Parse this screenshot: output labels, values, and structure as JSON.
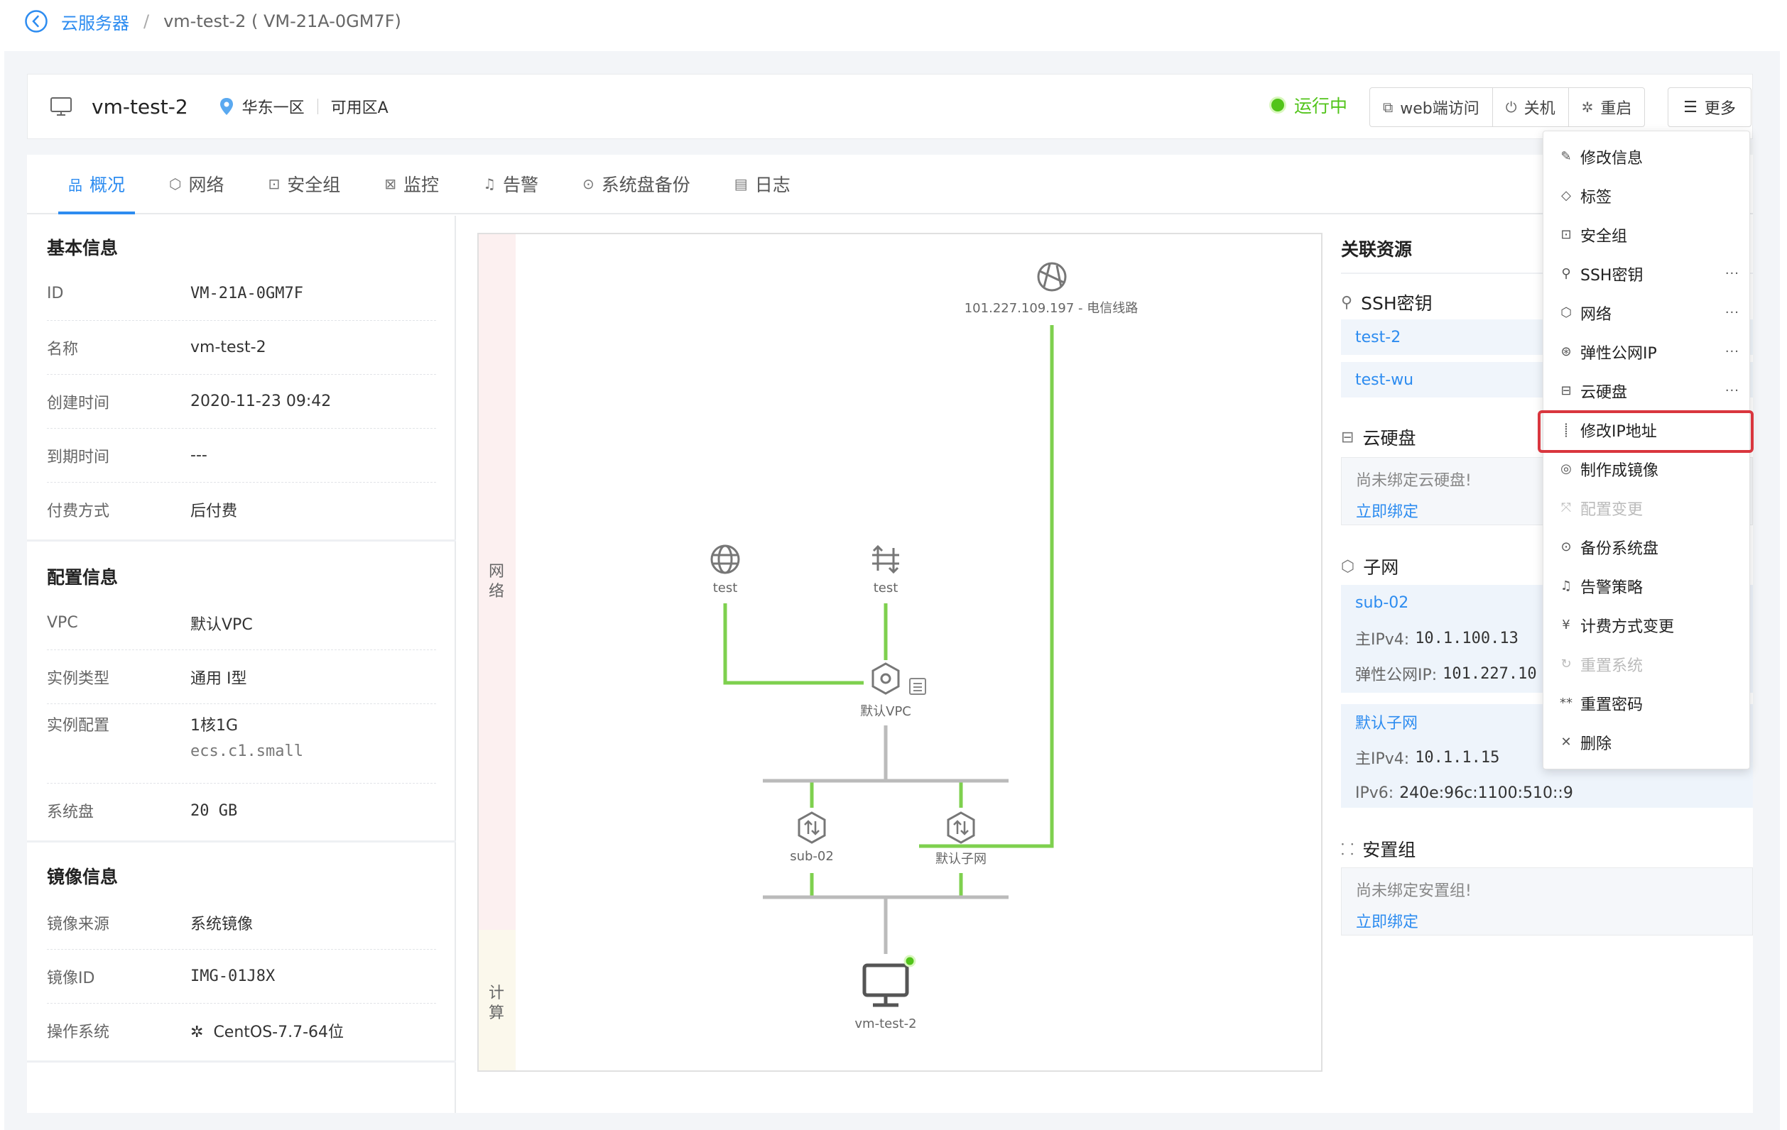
{
  "breadcrumb": {
    "parent": "云服务器",
    "separator": "/",
    "current": "vm-test-2 ( VM-21A-0GM7F)"
  },
  "header": {
    "vm_name": "vm-test-2",
    "region": "华东一区",
    "zone": "可用区A",
    "status": "运行中",
    "status_color": "#52c41a",
    "buttons": {
      "web": "web端访问",
      "shutdown": "关机",
      "restart": "重启",
      "more": "更多"
    }
  },
  "tabs": [
    "概况",
    "网络",
    "安全组",
    "监控",
    "告警",
    "系统盘备份",
    "日志"
  ],
  "active_tab": "概况",
  "basic": {
    "title": "基本信息",
    "rows": [
      {
        "k": "ID",
        "v": "VM-21A-0GM7F"
      },
      {
        "k": "名称",
        "v": "vm-test-2"
      },
      {
        "k": "创建时间",
        "v": "2020-11-23 09:42"
      },
      {
        "k": "到期时间",
        "v": "---"
      },
      {
        "k": "付费方式",
        "v": "后付费"
      }
    ]
  },
  "config": {
    "title": "配置信息",
    "vpc_k": "VPC",
    "vpc_v": "默认VPC",
    "type_k": "实例类型",
    "type_v": "通用 I型",
    "spec_k": "实例配置",
    "spec_v1": "1核1G",
    "spec_v2": "ecs.c1.small",
    "disk_k": "系统盘",
    "disk_v": "20 GB"
  },
  "image": {
    "title": "镜像信息",
    "src_k": "镜像来源",
    "src_v": "系统镜像",
    "id_k": "镜像ID",
    "id_v": "IMG-01J8X",
    "os_k": "操作系统",
    "os_v": "CentOS-7.7-64位"
  },
  "diagram": {
    "band_network": "网络",
    "band_compute": "计算",
    "public_ip": "101.227.109.197 - 电信线路",
    "node_test1": "test",
    "node_test2": "test",
    "vpc": "默认VPC",
    "subnet1": "sub-02",
    "subnet2": "默认子网",
    "vm": "vm-test-2",
    "link_color": "#7ed04e"
  },
  "related": {
    "title": "关联资源",
    "ssh_title": "SSH密钥",
    "ssh_keys": [
      "test-2",
      "test-wu"
    ],
    "disk_title": "云硬盘",
    "disk_empty": "尚未绑定云硬盘!",
    "disk_bind": "立即绑定",
    "subnet_title": "子网",
    "sub1_name": "sub-02",
    "sub1_ipv4_k": "主IPv4:",
    "sub1_ipv4_v": "10.1.100.13",
    "sub1_eip_k": "弹性公网IP:",
    "sub1_eip_v": "101.227.10",
    "sub2_name": "默认子网",
    "sub2_ipv4_k": "主IPv4:",
    "sub2_ipv4_v": "10.1.1.15",
    "sub2_ipv6_k": "IPv6:",
    "sub2_ipv6_v": "240e:96c:1100:510::9",
    "sg_title": "安置组",
    "sg_empty": "尚未绑定安置组!",
    "sg_bind": "立即绑定"
  },
  "menu": {
    "items": [
      {
        "label": "修改信息",
        "icon": "pencil-icon",
        "glyph": "✎"
      },
      {
        "label": "标签",
        "icon": "tag-icon",
        "glyph": "◇"
      },
      {
        "label": "安全组",
        "icon": "lock-icon",
        "glyph": "⊡"
      },
      {
        "label": "SSH密钥",
        "icon": "key-icon",
        "glyph": "⚲"
      },
      {
        "label": "网络",
        "icon": "network-icon",
        "glyph": "⬡"
      },
      {
        "label": "弹性公网IP",
        "icon": "globe-icon",
        "glyph": "⊛"
      },
      {
        "label": "云硬盘",
        "icon": "disk-icon",
        "glyph": "⊟"
      },
      {
        "label": "修改IP地址",
        "icon": "ip-icon",
        "glyph": "⸽"
      },
      {
        "label": "制作成镜像",
        "icon": "image-icon",
        "glyph": "◎"
      },
      {
        "label": "配置变更",
        "icon": "resize-icon",
        "glyph": "⤧"
      },
      {
        "label": "备份系统盘",
        "icon": "camera-icon",
        "glyph": "⊙"
      },
      {
        "label": "告警策略",
        "icon": "bell-icon",
        "glyph": "♫"
      },
      {
        "label": "计费方式变更",
        "icon": "yen-icon",
        "glyph": "¥"
      },
      {
        "label": "重置系统",
        "icon": "reset-icon",
        "glyph": "↻"
      },
      {
        "label": "重置密码",
        "icon": "password-icon",
        "glyph": "**"
      },
      {
        "label": "删除",
        "icon": "delete-icon",
        "glyph": "✕"
      }
    ],
    "submenu_marker": "···",
    "highlight_color": "#d9363e"
  }
}
